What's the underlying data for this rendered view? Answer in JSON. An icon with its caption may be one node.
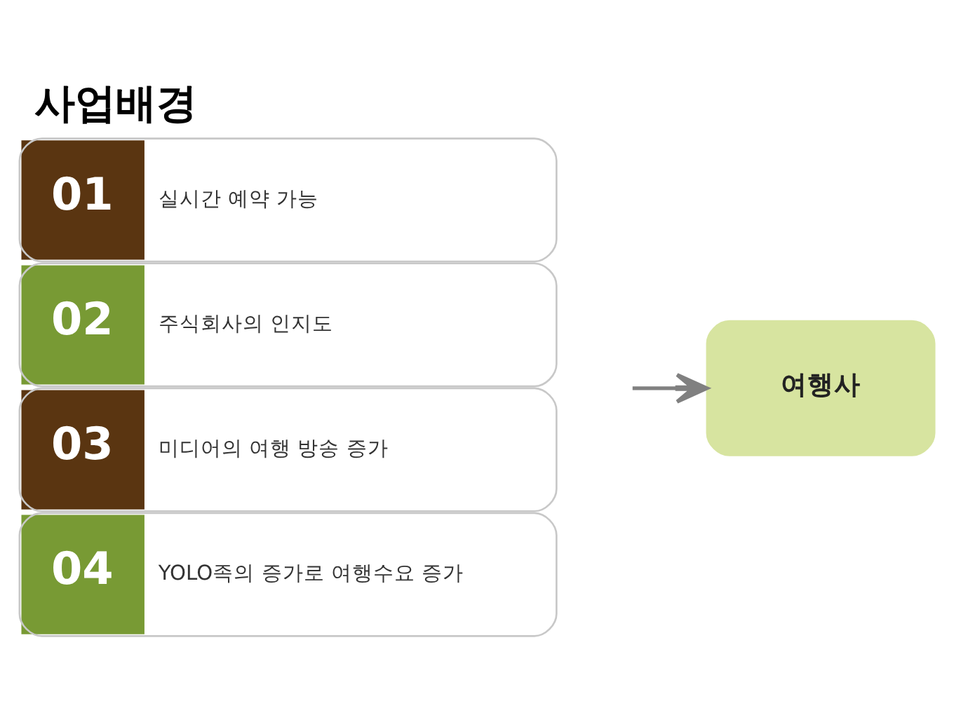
{
  "diagram": {
    "title": "사업배경",
    "nodes": [
      {
        "text": [
          "01",
          "실시간 예약 가능"
        ]
      },
      {
        "text": [
          "02",
          "주식회사의 인지도"
        ]
      },
      {
        "text": [
          "03",
          "미디어의 여행 방송 증가"
        ]
      },
      {
        "text": [
          "04",
          "YOLO족의 증가로 여행수요 증가"
        ]
      },
      {
        "text": [
          "여행사"
        ]
      }
    ],
    "edges": [
      {
        "from": null,
        "to": 4,
        "arrow": "to"
      }
    ]
  }
}
